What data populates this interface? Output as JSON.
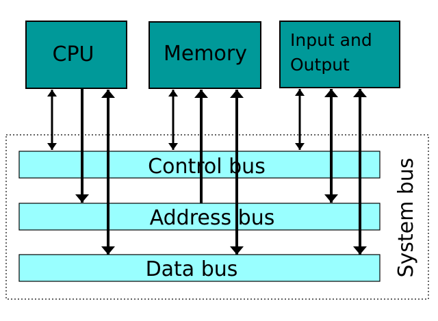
{
  "components": {
    "cpu": {
      "label": "CPU"
    },
    "memory": {
      "label": "Memory"
    },
    "io": {
      "label_line1": "Input and",
      "label_line2": "Output"
    }
  },
  "buses": {
    "control": {
      "label": "Control bus"
    },
    "address": {
      "label": "Address bus"
    },
    "data": {
      "label": "Data bus"
    }
  },
  "system_bus": {
    "label": "System bus"
  },
  "colors": {
    "component_fill": "#009999",
    "bus_fill": "#99ffff",
    "stroke": "#000000",
    "background": "#ffffff"
  }
}
